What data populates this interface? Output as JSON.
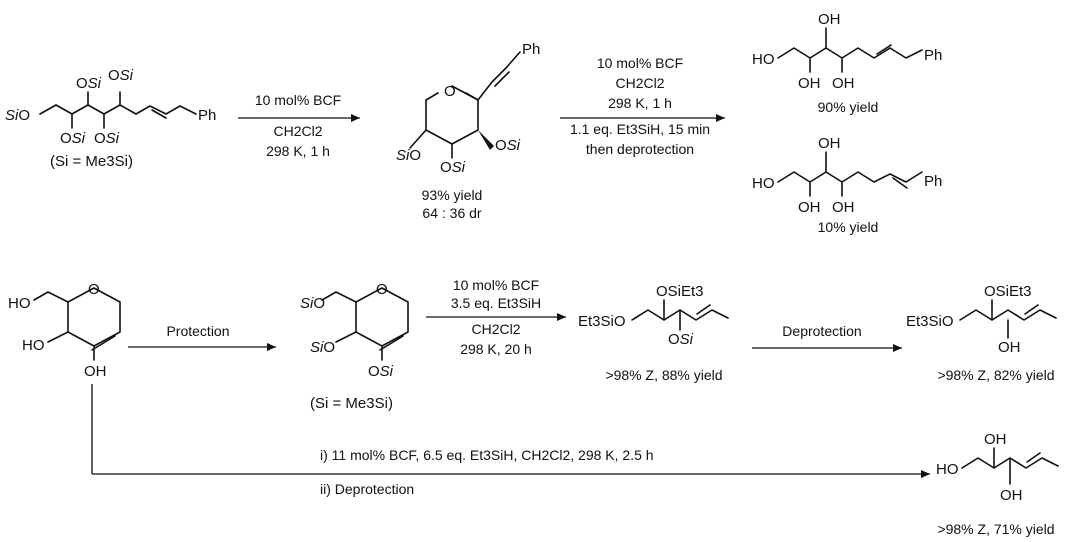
{
  "scheme1": {
    "sm_sub": "(Si = Me3Si)",
    "step1": {
      "line1": "10 mol% BCF",
      "line2": "CH2Cl2",
      "line3": "298 K, 1 h"
    },
    "pyran": {
      "yield": "93% yield",
      "dr": "64 : 36 dr"
    },
    "step2": {
      "line1": "10 mol% BCF",
      "line2": "CH2Cl2",
      "line3": "298 K, 1 h",
      "line4": "1.1 eq. Et3SiH, 15 min",
      "line5": "then deprotection"
    },
    "prod_major_yield": "90% yield",
    "prod_minor_yield": "10% yield"
  },
  "scheme2": {
    "protection": "Protection",
    "prot_sub": "(Si = Me3Si)",
    "step": {
      "line1": "10 mol% BCF",
      "line2": "3.5 eq. Et3SiH",
      "line3": "CH2Cl2",
      "line4": "298 K, 20 h"
    },
    "deprotection": "Deprotection",
    "prod1_yield": ">98% Z, 88% yield",
    "prod2_yield": ">98% Z, 82% yield",
    "long_step1": "i) 11 mol% BCF, 6.5 eq. Et3SiH, CH2Cl2, 298 K, 2.5 h",
    "long_step2": "ii) Deprotection",
    "prod3_yield": ">98% Z, 71% yield"
  }
}
